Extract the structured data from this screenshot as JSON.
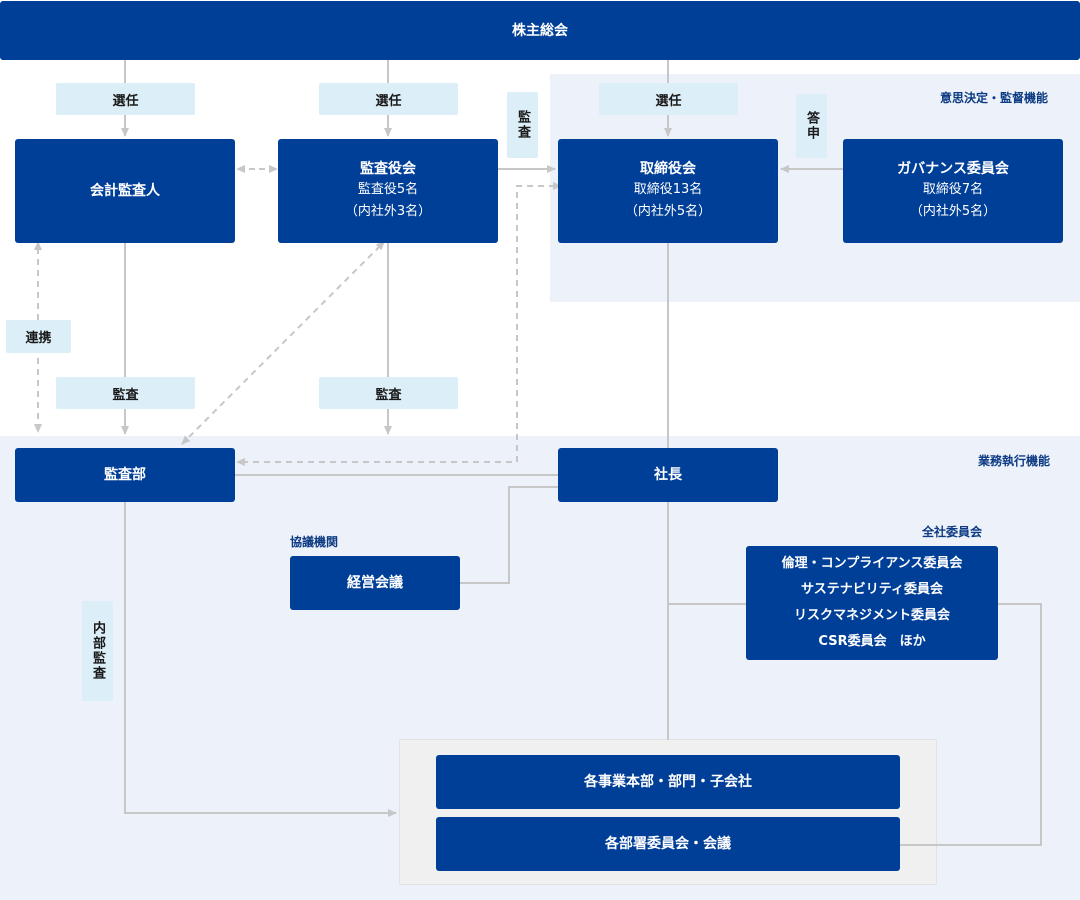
{
  "regions": {
    "supervision_label": "意思決定・監督機能",
    "execution_label": "業務執行機能",
    "council_label": "協議機関",
    "company_committee_label": "全社委員会"
  },
  "boxes": {
    "shareholders": "株主総会",
    "accounting_auditor": "会計監査人",
    "audit_board": {
      "title": "監査役会",
      "line1": "監査役5名",
      "line2": "（内社外3名）"
    },
    "board": {
      "title": "取締役会",
      "line1": "取締役13名",
      "line2": "（内社外5名）"
    },
    "governance": {
      "title": "ガバナンス委員会",
      "line1": "取締役7名",
      "line2": "（内社外5名）"
    },
    "audit_dept": "監査部",
    "president": "社長",
    "management_meeting": "経営会議",
    "committees": [
      "倫理・コンプライアンス委員会",
      "サステナビリティ委員会",
      "リスクマネジメント委員会",
      "CSR委員会　ほか"
    ],
    "divisions": "各事業本部・部門・子会社",
    "dept_committees": "各部署委員会・会議"
  },
  "labels": {
    "elect1": "選任",
    "elect2": "選任",
    "elect3": "選任",
    "audit_top": "監査",
    "report": "答申",
    "cooperation": "連携",
    "audit_mid1": "監査",
    "audit_mid2": "監査",
    "internal_audit": "内部監査"
  },
  "colors": {
    "box": "#003f98",
    "label_bg": "#dceef8",
    "region_bg": "#edf2fa",
    "bottom_bg": "#f0f0f0",
    "line": "#c7c7c7"
  }
}
